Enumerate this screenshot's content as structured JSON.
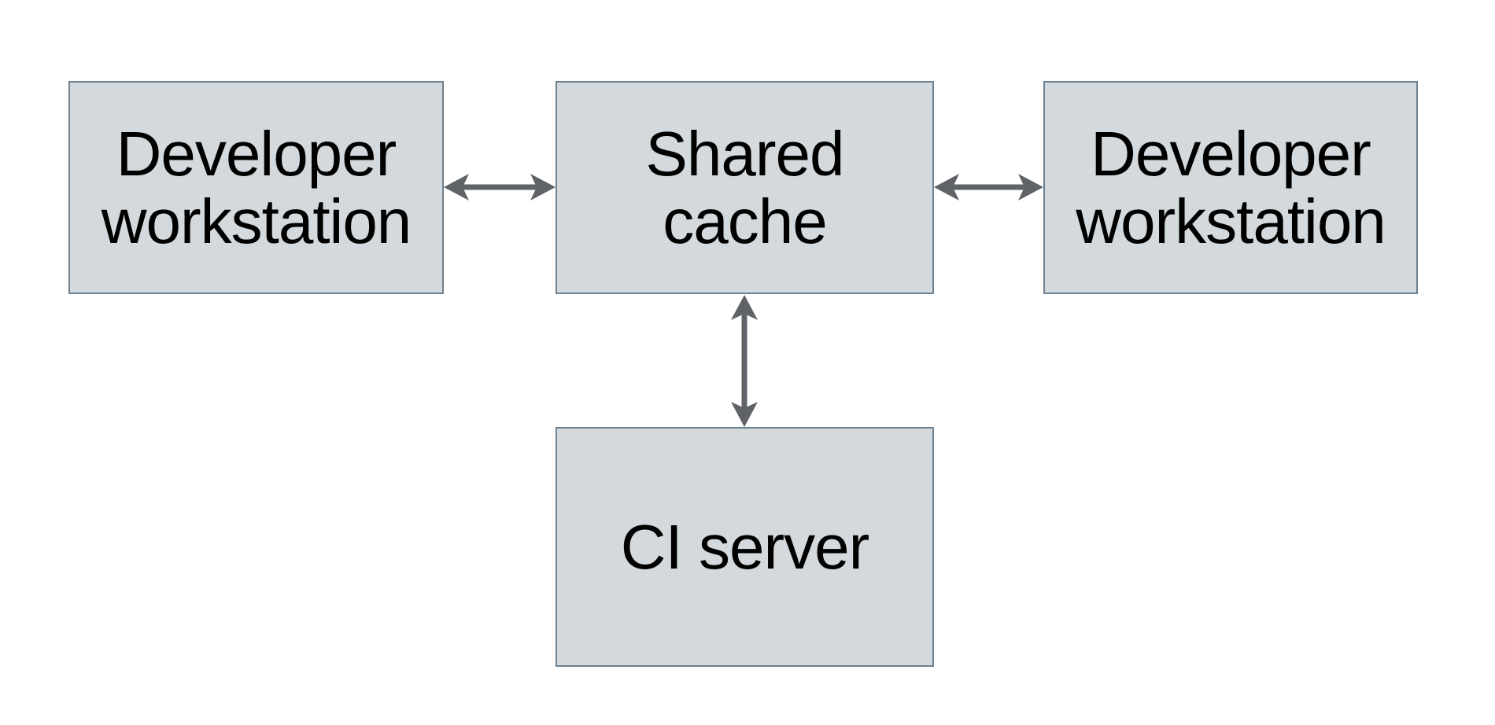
{
  "colors": {
    "background": "#ffffff",
    "node-fill": "#d3d9dc",
    "node-border": "#6d8190",
    "arrow-color": "#5f6368",
    "text-color": "#000000"
  },
  "diagram": {
    "nodes": {
      "dev_left": {
        "label": "Developer\nworkstation"
      },
      "cache": {
        "label": "Shared\ncache"
      },
      "dev_right": {
        "label": "Developer\nworkstation"
      },
      "ci": {
        "label": "CI server"
      }
    },
    "edges": [
      {
        "from": "dev_left",
        "to": "cache",
        "direction": "bidirectional",
        "orientation": "horizontal"
      },
      {
        "from": "dev_right",
        "to": "cache",
        "direction": "bidirectional",
        "orientation": "horizontal"
      },
      {
        "from": "cache",
        "to": "ci",
        "direction": "bidirectional",
        "orientation": "vertical"
      }
    ]
  }
}
